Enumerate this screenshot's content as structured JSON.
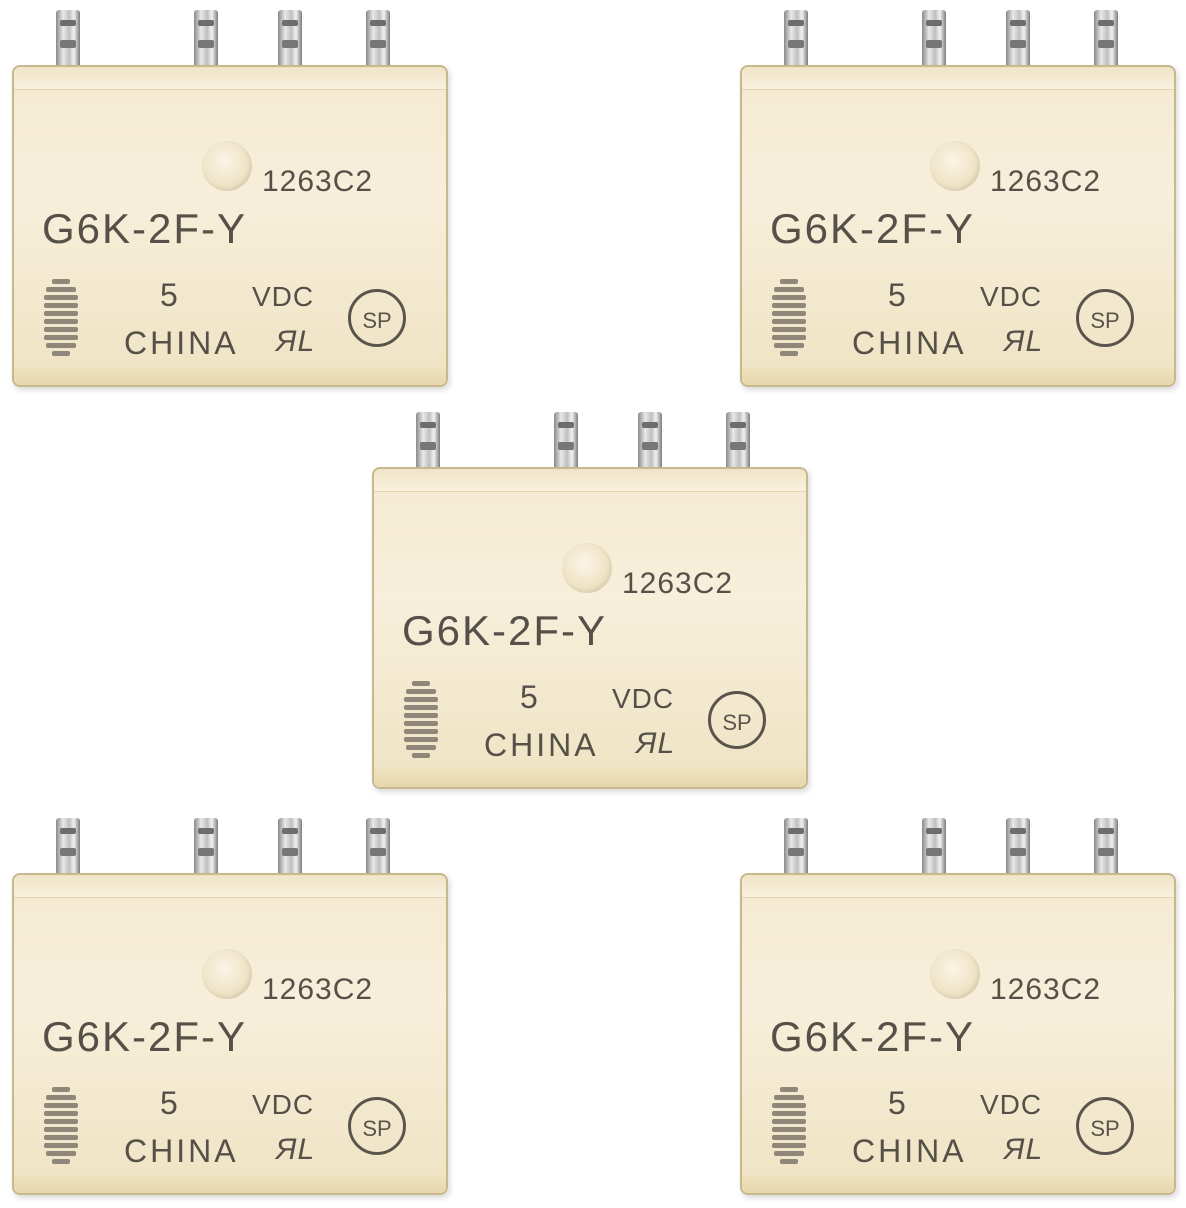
{
  "relay_marking": {
    "lot_code": "1263C2",
    "model": "G6K-2F-Y",
    "voltage": "5",
    "voltage_unit": "VDC",
    "origin": "CHINA",
    "ur_mark": "ЯL",
    "csa_mark": "SP"
  },
  "relay_count": 5,
  "colors": {
    "housing": "#f4ead0",
    "print": "#555048",
    "pins": "#bfbfbf"
  }
}
